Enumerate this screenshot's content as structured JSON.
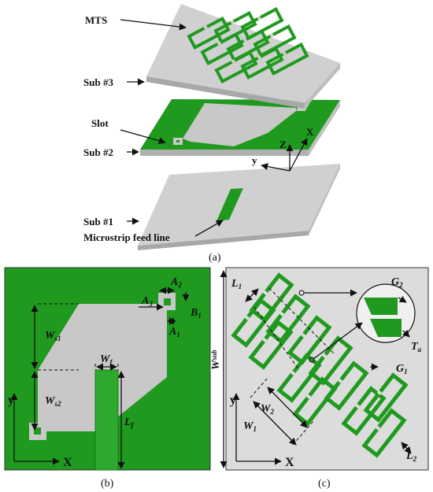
{
  "colors": {
    "substrate_top": "#d0d0d0",
    "substrate_side": "#a8a8a8",
    "board_green": "#1f9a1f",
    "dark_green": "#0e6b0e",
    "slot_gray": "#c8c8c8",
    "panel_c_bg": "#dcdcdc"
  },
  "panel_a": {
    "labels": {
      "mts": "MTS",
      "sub3": "Sub #3",
      "slot": "Slot",
      "sub2": "Sub #2",
      "sub1": "Sub #1",
      "feed": "Microstrip feed line"
    },
    "axes": {
      "z": "Z",
      "x": "X",
      "y": "y"
    },
    "caption": "(a)"
  },
  "panel_b": {
    "dims": [
      {
        "main": "A",
        "sub": "2"
      },
      {
        "main": "A",
        "sub": "3"
      },
      {
        "main": "B",
        "sub": "1"
      },
      {
        "main": "A",
        "sub": "1"
      },
      {
        "main": "W",
        "sub": "s1"
      },
      {
        "main": "W",
        "sub": "f"
      },
      {
        "main": "W",
        "sub": "s2"
      },
      {
        "main": "L",
        "sub": "f"
      }
    ],
    "axes": {
      "y": "y",
      "x": "X"
    },
    "caption": "(b)"
  },
  "panel_c": {
    "dims": [
      {
        "main": "L",
        "sub": "1"
      },
      {
        "main": "G",
        "sub": "2"
      },
      {
        "main": "T",
        "sub": "a"
      },
      {
        "main": "G",
        "sub": "1"
      },
      {
        "main": "W",
        "sub": "2"
      },
      {
        "main": "W",
        "sub": "1"
      },
      {
        "main": "L",
        "sub": "2"
      },
      {
        "main": "W",
        "sub": "sub"
      }
    ],
    "axes": {
      "y": "y",
      "x": "X"
    },
    "caption": "(c)"
  }
}
